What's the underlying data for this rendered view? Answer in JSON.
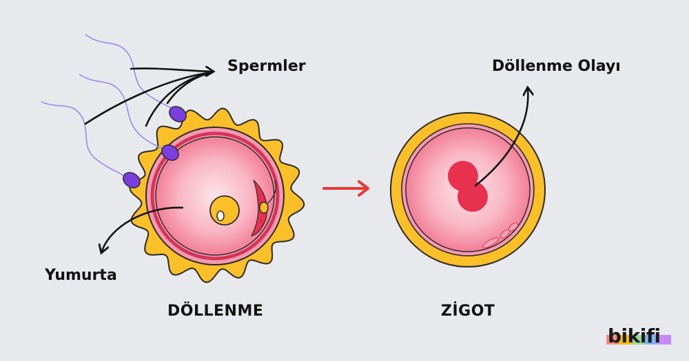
{
  "labels": {
    "spermler": "Spermler",
    "yumurta": "Yumurta",
    "dollenme": "DÖLLENME",
    "zigot": "ZİGOT",
    "dollenme_olayi": "Döllenme Olayı"
  },
  "logo": {
    "text": "bikifi",
    "bar_colors": [
      "#f28b82",
      "#fbbc04",
      "#9fd49b",
      "#7fb3f0",
      "#c58af9"
    ]
  },
  "colors": {
    "background": "#e8e9ec",
    "corona": "#fbbf2a",
    "membrane": "#f28aa0",
    "cytoplasm": "#f7a3b5",
    "nucleus_fill": "#fbbf2a",
    "sperm_head": "#7b3fe0",
    "sperm_tail": "#9a87f0",
    "pronucleus": "#e8304f",
    "arrow_process": "#e53935",
    "arrow_label": "#111111"
  }
}
